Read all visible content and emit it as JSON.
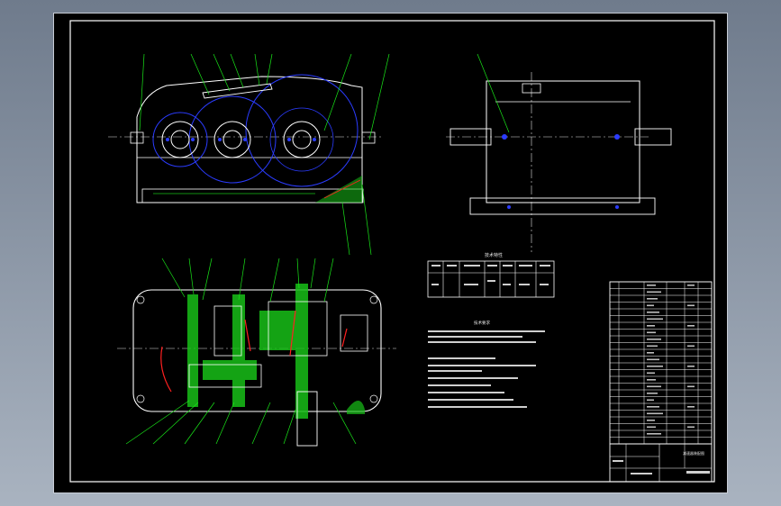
{
  "viewport": {
    "name": "cad-model-space",
    "background": "#000000"
  },
  "colors": {
    "outline": "#ffffff",
    "centerline": "#e0e0e0",
    "gear": "#2b3cff",
    "leader": "#19e619",
    "hatch": "#18c018",
    "section": "#ff2020",
    "text": "#e6e6e6"
  },
  "drawing": {
    "tech_spec_title": "技术特性",
    "tech_requirements_title": "技术要求",
    "title_block_name": "减速器装配图"
  }
}
